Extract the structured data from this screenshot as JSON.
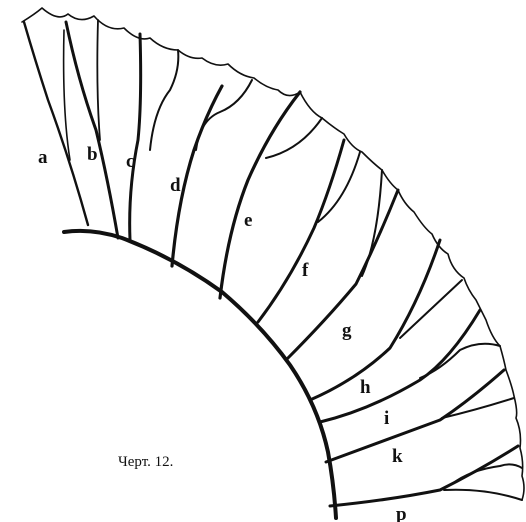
{
  "figure": {
    "caption": "Черт. 12.",
    "labels": {
      "a": "a",
      "b": "b",
      "c": "c",
      "d": "d",
      "e": "e",
      "f": "f",
      "g": "g",
      "h": "h",
      "i": "i",
      "k": "k",
      "p": "p"
    }
  }
}
